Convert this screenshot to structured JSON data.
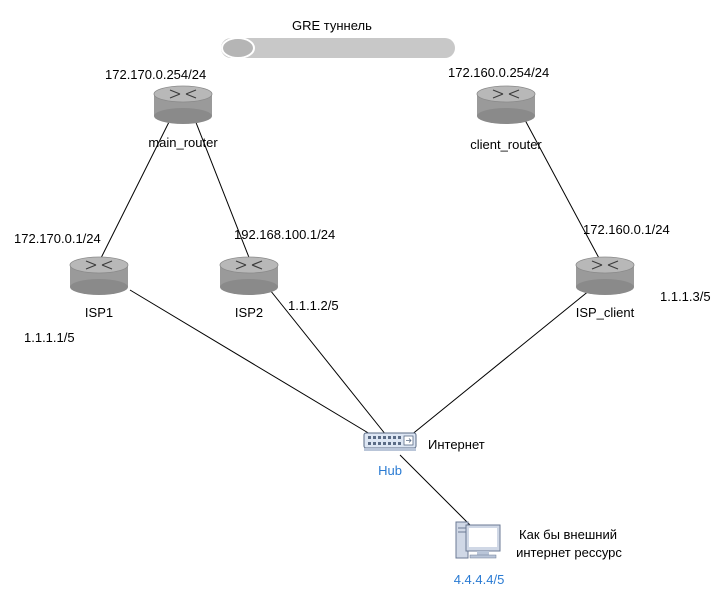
{
  "tunnel": {
    "label": "GRE туннель"
  },
  "nodes": {
    "main_router": {
      "name": "main_router",
      "ip": "172.170.0.254/24",
      "icon": "router-icon"
    },
    "client_router": {
      "name": "client_router",
      "ip": "172.160.0.254/24",
      "icon": "router-icon"
    },
    "isp1": {
      "name": "ISP1",
      "ip_up": "172.170.0.1/24",
      "ip_down": "1.1.1.1/5",
      "icon": "router-icon"
    },
    "isp2": {
      "name": "ISP2",
      "ip_up": "192.168.100.1/24",
      "ip_down": "1.1.1.2/5",
      "icon": "router-icon"
    },
    "isp_client": {
      "name": "ISP_client",
      "ip_up": "172.160.0.1/24",
      "ip_down": "1.1.1.3/5",
      "icon": "router-icon"
    },
    "hub": {
      "name": "Hub",
      "desc": "Интернет",
      "icon": "hub-icon"
    },
    "pc": {
      "desc_line1": "Как бы внешний",
      "desc_line2": "интернет рессурс",
      "ip": "4.4.4.4/5",
      "icon": "computer-icon"
    }
  },
  "colors": {
    "router_fill": "#a8a8a8",
    "router_dark": "#7e7e7e",
    "tunnel_fill": "#c8c8c8",
    "hub_fill": "#dde6f3",
    "pc_fill": "#d0d8e6",
    "accent_blue": "#2a7bd3"
  }
}
